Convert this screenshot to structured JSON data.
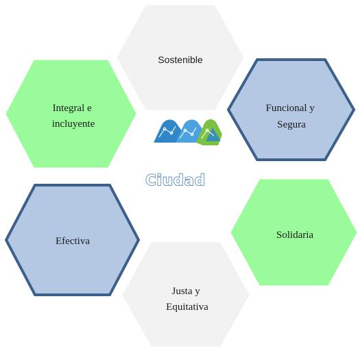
{
  "colors": {
    "gray_fill": "#f2f2f2",
    "green_fill": "#99fb99",
    "blue_fill": "#b5c8e3",
    "blue_stroke": "#3c5f8c",
    "logo_blue": "#2f86c8",
    "logo_green": "#7cc242"
  },
  "center": {
    "logo_icon": "city-network-logo",
    "title": "Ciudad"
  },
  "hexagons": [
    {
      "id": "sostenible",
      "lines": [
        "Sostenible"
      ],
      "style": "gray"
    },
    {
      "id": "funcional",
      "lines": [
        "Funcional y",
        "Segura"
      ],
      "style": "blue"
    },
    {
      "id": "solidaria",
      "lines": [
        "Solidaria"
      ],
      "style": "green"
    },
    {
      "id": "justa",
      "lines": [
        "Justa y",
        "Equitativa"
      ],
      "style": "gray"
    },
    {
      "id": "efectiva",
      "lines": [
        "Efectiva"
      ],
      "style": "blue"
    },
    {
      "id": "integral",
      "lines": [
        "Integral e",
        "incluyente"
      ],
      "style": "green"
    }
  ]
}
